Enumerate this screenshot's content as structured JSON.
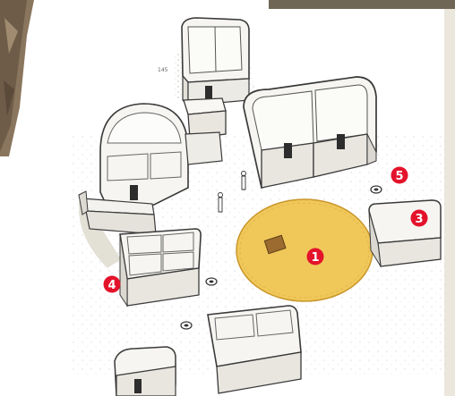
{
  "scene": {
    "description_label": "",
    "colors": {
      "paper": "#ffffff",
      "ground_shadow": "#d9d6cc",
      "building_fill": "#f6f5f1",
      "building_stroke": "#3a3a3a",
      "plaza_fill": "#f0c85a",
      "plaza_stroke": "#c9962a",
      "hatch": "#8e6b3a",
      "marker_fill": "#e3132b",
      "photo_corner": "#7d6a55"
    },
    "markers": [
      {
        "id": "marker-1",
        "label": "1"
      },
      {
        "id": "marker-3",
        "label": "3"
      },
      {
        "id": "marker-4",
        "label": "4"
      },
      {
        "id": "marker-5",
        "label": "5"
      }
    ],
    "small_text": "145"
  }
}
